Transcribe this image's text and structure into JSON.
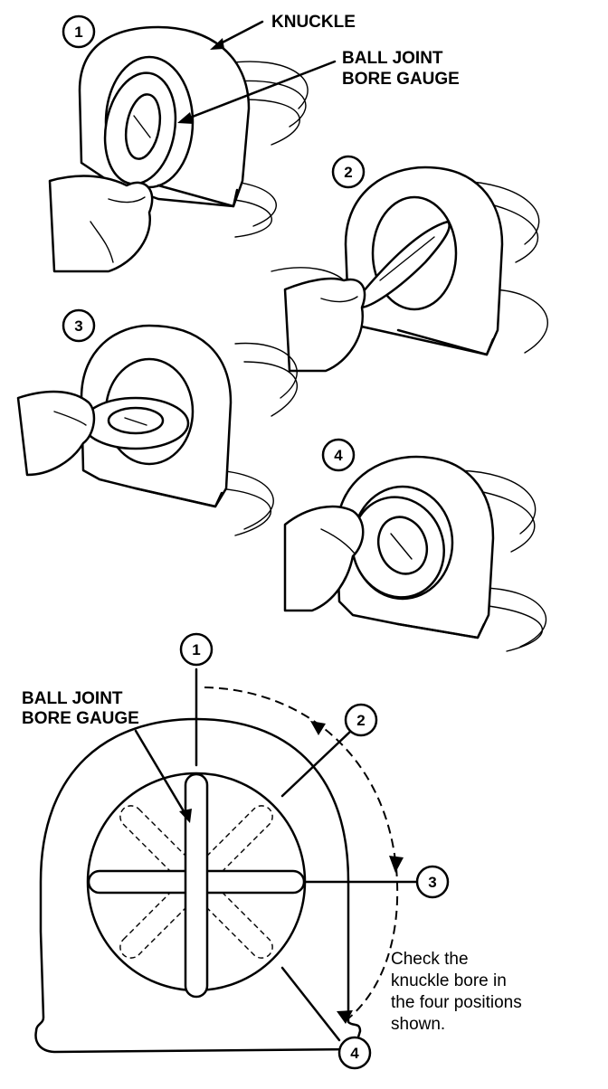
{
  "labels": {
    "knuckle": "KNUCKLE",
    "gauge_top_line1": "BALL JOINT",
    "gauge_top_line2": "BORE GAUGE",
    "gauge_bottom_line1": "BALL JOINT",
    "gauge_bottom_line2": "BORE GAUGE"
  },
  "steps": [
    "1",
    "2",
    "3",
    "4"
  ],
  "positions": [
    "1",
    "2",
    "3",
    "4"
  ],
  "note": [
    "Check the",
    "knuckle bore in",
    "the four positions",
    "shown."
  ]
}
